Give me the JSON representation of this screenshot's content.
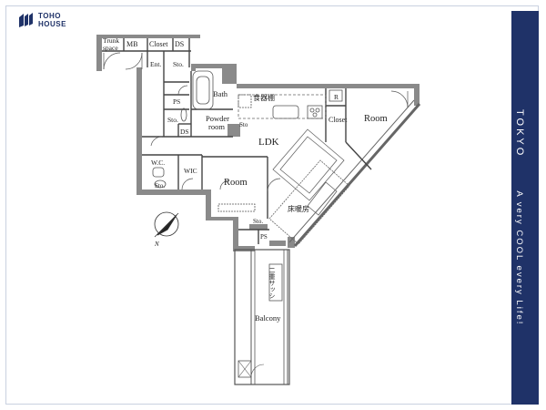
{
  "brand": {
    "line1": "TOHO",
    "line2": "HOUSE",
    "color": "#1f3268"
  },
  "sidebar": {
    "city": "TOKYO",
    "tagline": "A very COOL every Life!"
  },
  "rooms": {
    "trunk_space_1": "Trunk",
    "trunk_space_2": "space",
    "mb": "MB",
    "closet_top": "Closet",
    "ds_top": "DS",
    "ent": "Ent.",
    "sto_ent": "Sto.",
    "ps_left": "PS",
    "sto_left": "Sto.",
    "bath": "Bath",
    "powder_1": "Powder",
    "powder_2": "room",
    "ds_mid": "DS",
    "sto_mid": "Sto",
    "shelf": "食器棚",
    "r_mark": "R",
    "closet_right": "Closet",
    "room_right": "Room",
    "ldk": "LDK",
    "wc": "W.C.",
    "wic": "WIC",
    "sto_wc": "Sto.",
    "room_left": "Room",
    "floor_heat": "床暖房",
    "sto_bottom": "Sto.",
    "ps_bottom": "PS",
    "sash": "二重サッシ",
    "balcony": "Balcony",
    "north": "N"
  }
}
